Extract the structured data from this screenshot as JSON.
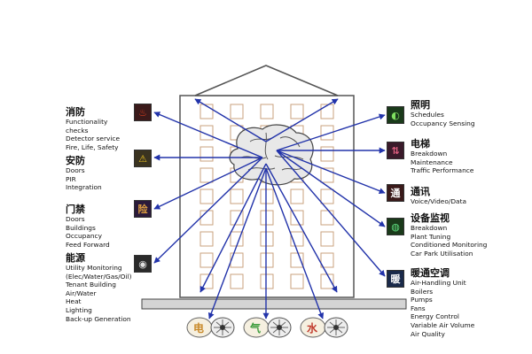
{
  "left_groups": [
    {
      "id": "fire",
      "title": "消防",
      "lines": [
        "Functionality",
        "checks",
        "Detector service",
        "Fire, Life, Safety"
      ]
    },
    {
      "id": "security",
      "title": "安防",
      "lines": [
        "Doors",
        "PIR",
        "Integration"
      ]
    },
    {
      "id": "access",
      "title": "门禁",
      "lines": [
        "Doors",
        "Buildings",
        "Occupancy",
        "Feed Forward"
      ]
    },
    {
      "id": "energy",
      "title": "能源",
      "lines": [
        "Utility Monitoring",
        "(Elec/Water/Gas/Oil)",
        "Tenant Building",
        "Air/Water",
        "Heat",
        "Lighting",
        "Back-up Generation"
      ]
    }
  ],
  "right_groups": [
    {
      "id": "lighting",
      "title": "照明",
      "lines": [
        "Schedules",
        "Occupancy Sensing"
      ]
    },
    {
      "id": "elevator",
      "title": "电梯",
      "lines": [
        "Breakdown",
        "Maintenance",
        "Traffic Performance"
      ]
    },
    {
      "id": "comms",
      "title": "通讯",
      "lines": [
        "Voice/Video/Data"
      ]
    },
    {
      "id": "monitoring",
      "title": "设备监视",
      "lines": [
        "Breakdown",
        "Plant Tuning",
        "Conditioned Monitoring",
        "Car Park Utilisation"
      ]
    },
    {
      "id": "hvac",
      "title": "暖通空调",
      "lines": [
        "Air-Handling Unit",
        "Boilers",
        "Pumps",
        "Fans",
        "Energy Control",
        "Variable Air Volume",
        "Air Quality"
      ]
    }
  ],
  "meters": [
    {
      "id": "electricity",
      "label": "电",
      "color": "#c98a2a"
    },
    {
      "id": "gas",
      "label": "气",
      "color": "#3a9a3a"
    },
    {
      "id": "water",
      "label": "水",
      "color": "#c0392b"
    }
  ],
  "icon_glyphs": {
    "fire": "♨",
    "security": "⚠",
    "access": "险",
    "energy": "◉",
    "lighting": "◐",
    "elevator": "⇅",
    "comms": "通",
    "monitoring": "◍",
    "hvac": "暖"
  },
  "colors": {
    "arrow": "#2233aa",
    "building_line": "#555555",
    "window": "#c9a27e",
    "base_fill": "#d4d4d4"
  }
}
